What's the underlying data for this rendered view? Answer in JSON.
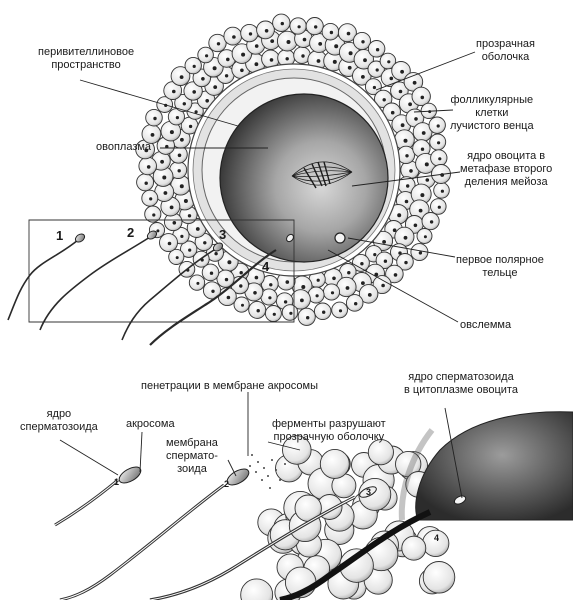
{
  "top": {
    "labels": {
      "perivitelline": [
        "перивителлиновое",
        "пространство"
      ],
      "zona": [
        "прозрачная",
        "оболочка"
      ],
      "follicular": [
        "фолликулярные",
        "клетки",
        "лучистого венца"
      ],
      "ooplasm": "овоплазма",
      "nucleus": [
        "ядро овоцита в",
        "метафазе второго",
        "деления мейоза"
      ],
      "polar_body": [
        "первое полярное",
        "тельце"
      ],
      "oolemma": "овслемма"
    },
    "stage_numbers": [
      "1",
      "2",
      "3",
      "4"
    ]
  },
  "bottom": {
    "labels": {
      "acrosome_membrane_penetration": "пенетрации в мембране акросомы",
      "sperm_nucleus_in_cytoplasm": [
        "ядро сперматозоида",
        "в цитоплазме овоцита"
      ],
      "sperm_nucleus": [
        "ядро",
        "сперматозоида"
      ],
      "acrosome": "акросома",
      "enzymes": [
        "ферменты разрушают",
        "прозрачную оболочку"
      ],
      "sperm_membrane": [
        "мембрана",
        "сперматo-",
        "зоида"
      ]
    },
    "stage_numbers": [
      "1",
      "2",
      "3",
      "4"
    ]
  }
}
